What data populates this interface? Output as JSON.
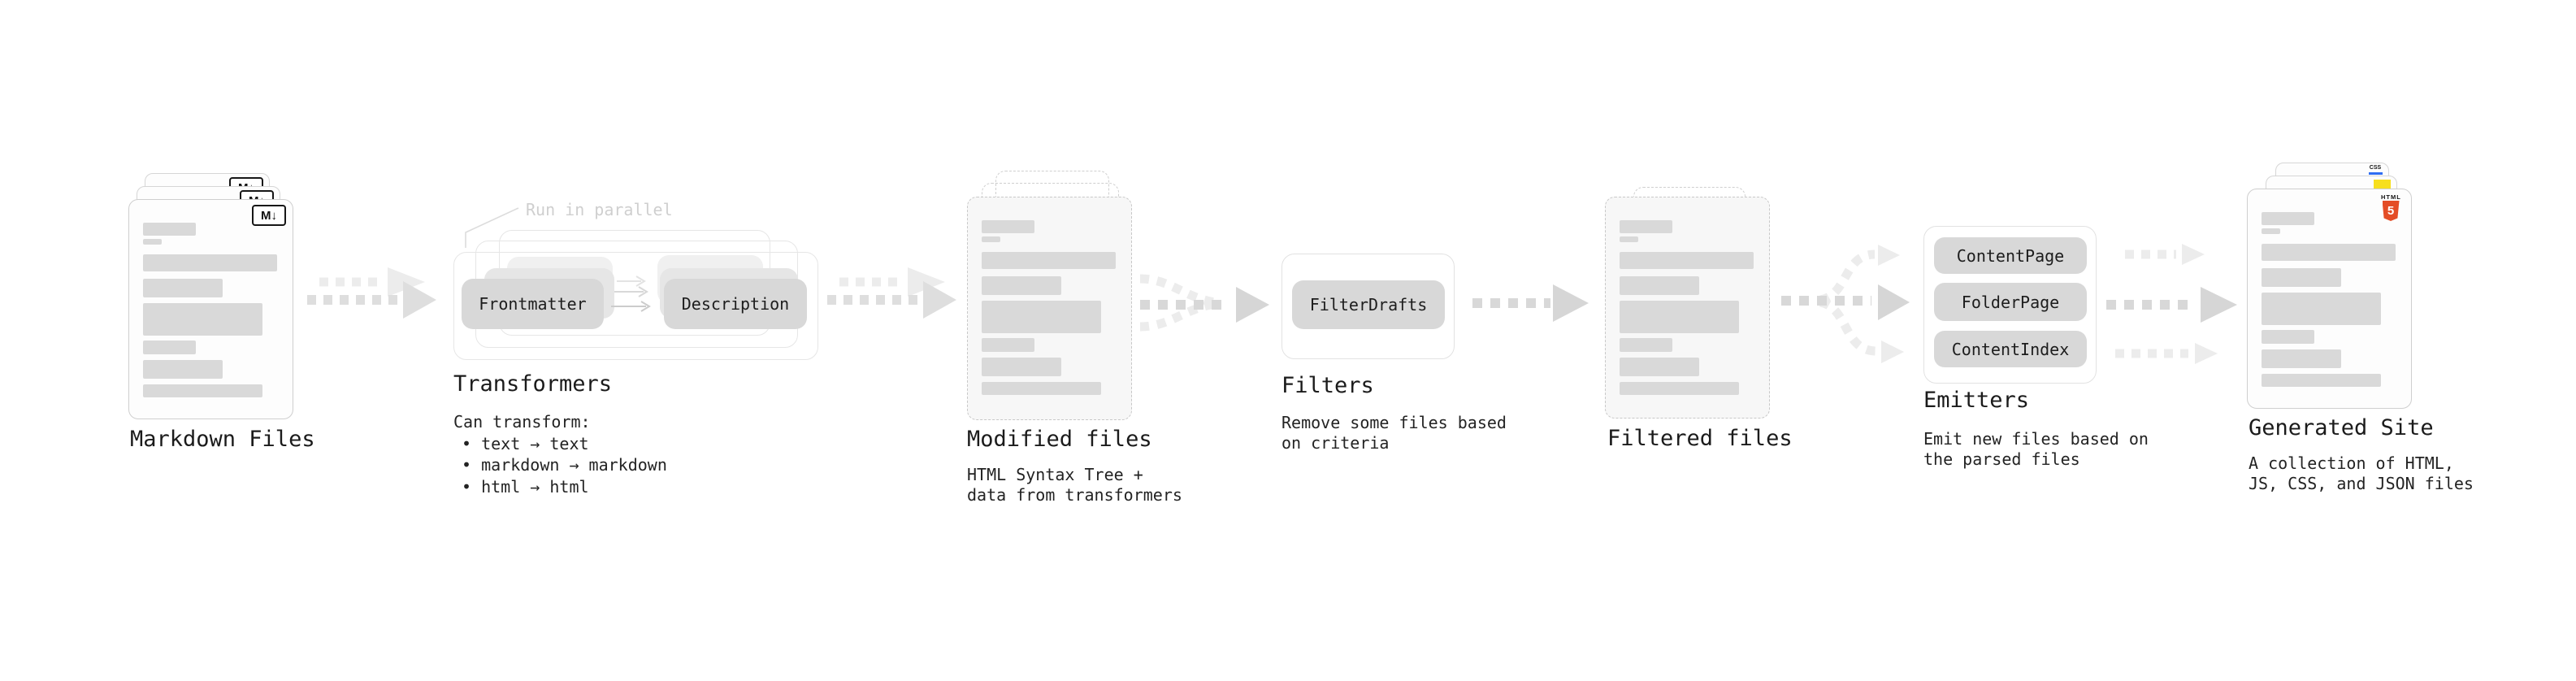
{
  "diagram": {
    "markdown": {
      "label": "Markdown Files",
      "badge": "M↓"
    },
    "transformers": {
      "annotation": "Run in parallel",
      "node_left": "Frontmatter",
      "node_right": "Description",
      "title": "Transformers",
      "body_heading": "Can transform:",
      "bullets": [
        "• text → text",
        "• markdown → markdown",
        "• html → html"
      ]
    },
    "modified": {
      "title": "Modified files",
      "description": "HTML Syntax Tree +\ndata from transformers"
    },
    "filters": {
      "node": "FilterDrafts",
      "title": "Filters",
      "description": "Remove some files based\non criteria"
    },
    "filtered": {
      "title": "Filtered files"
    },
    "emitters": {
      "nodes": [
        "ContentPage",
        "FolderPage",
        "ContentIndex"
      ],
      "title": "Emitters",
      "description": "Emit new files based on\nthe parsed files"
    },
    "generated": {
      "title": "Generated Site",
      "description": "A collection of HTML,\nJS, CSS, and JSON files",
      "badge_css": "CSS",
      "badge_html_label": "HTML",
      "badge_html_number": "5"
    },
    "colors": {
      "html5_orange": "#e44d26",
      "js_yellow": "#f7df1e",
      "css_blue": "#2f6df2",
      "node_gray": "#d8d8d8",
      "arrow_dark": "#d9d9d9",
      "arrow_light": "#ececec"
    }
  }
}
